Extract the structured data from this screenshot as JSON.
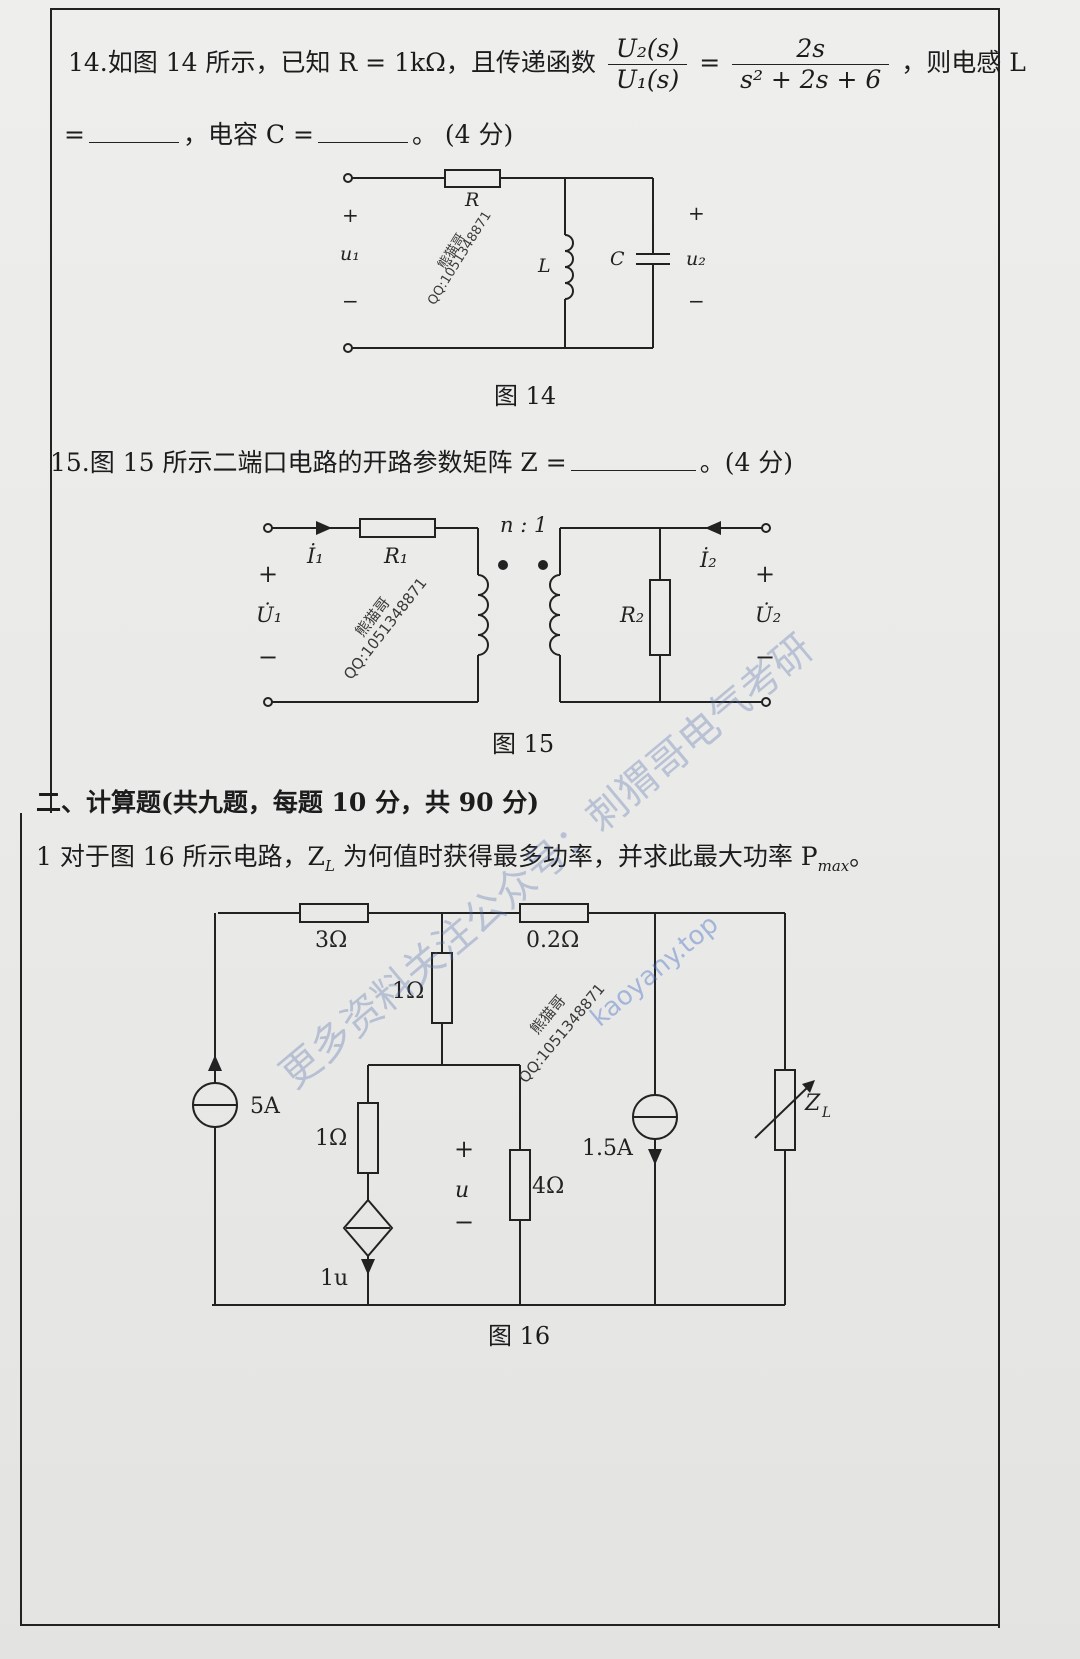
{
  "q14": {
    "line1_start": "14.如图 14 所示，已知 R = 1kΩ，且传递函数",
    "frac_num": "U₂(s)",
    "frac_den": "U₁(s)",
    "frac_eq": "=",
    "frac2_num": "2s",
    "frac2_den": "s² + 2s + 6",
    "line1_end": "，则电感 L",
    "line2_a": "=",
    "line2_b": "，电容 C =",
    "line2_c": "。 (4 分)",
    "caption": "图 14",
    "labels": {
      "r": "R",
      "l": "L",
      "c": "C",
      "u1": "u₁",
      "u2": "u₂",
      "plus": "+",
      "minus": "−"
    }
  },
  "q15": {
    "text_a": "15.图 15 所示二端口电路的开路参数矩阵 Z =",
    "text_b": "。(4 分)",
    "caption": "图 15",
    "labels": {
      "i1": "İ₁",
      "i2": "İ₂",
      "r1": "R₁",
      "r2": "R₂",
      "u1": "U̇₁",
      "u2": "U̇₂",
      "ratio": "n : 1",
      "plus": "+",
      "minus": "−"
    }
  },
  "section2": {
    "heading": "二、计算题(共九题，每题 10 分，共 90 分)",
    "q1_a": "1 对于图 16 所示电路，Z",
    "q1_sub": "L",
    "q1_b": " 为何值时获得最多功率，并求此最大功率 P",
    "q1_sub2": "max",
    "q1_c": "。"
  },
  "fig16": {
    "caption": "图 16",
    "labels": {
      "r3": "3Ω",
      "r02": "0.2Ω",
      "r1a": "1Ω",
      "r1b": "1Ω",
      "r4": "4Ω",
      "src5": "5A",
      "src15": "1.5A",
      "dep": "1u",
      "u": "u",
      "zl": "Z",
      "zl_sub": "L",
      "plus": "+",
      "minus": "−"
    }
  },
  "watermarks": {
    "wm1": "熊猫哥",
    "wm2": "QQ:1051348871",
    "wm3": "熊猫哥",
    "wm4": "QQ:1051348871",
    "wm5": "熊猫哥",
    "wm6": "QQ:1051348871",
    "diag1": "更多资料关注公众号：刺猬哥电气考研",
    "diag2": "kaoyany.top"
  }
}
